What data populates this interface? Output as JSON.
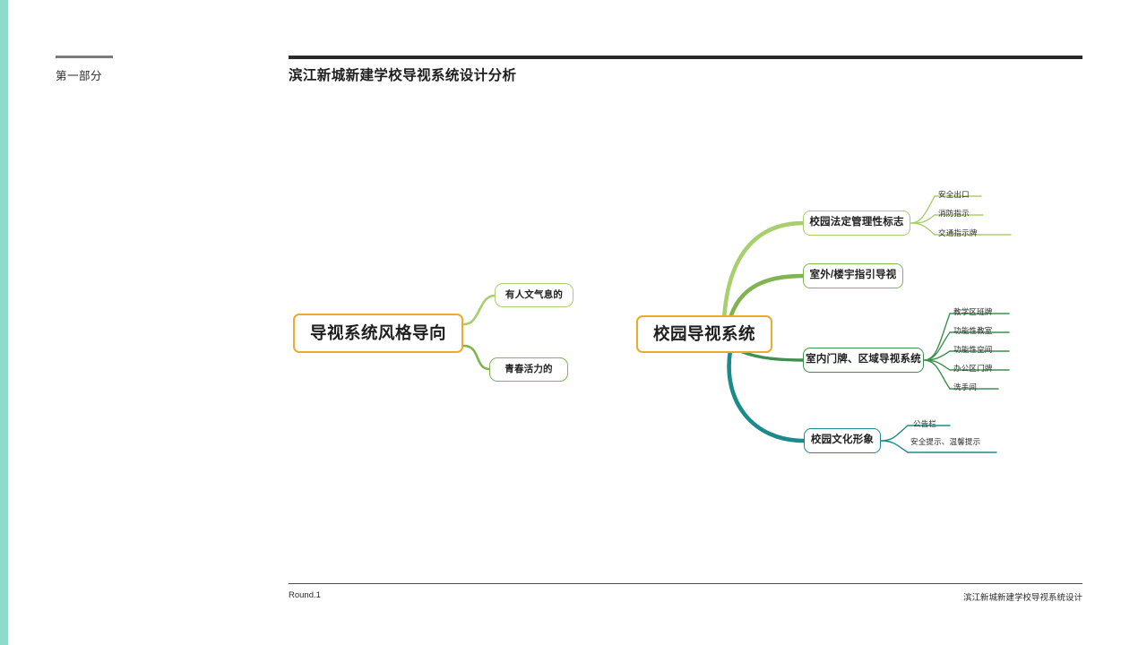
{
  "page": {
    "section_label": "第一部分",
    "title": "滨江新城新建学校导视系统设计分析",
    "footer_left": "Round.1",
    "footer_right": "滨江新城新建学校导视系统设计"
  },
  "colors": {
    "edge_strip": "#8edacb",
    "root_border": "#f0a92a",
    "title_rule": "#2b2b2b",
    "section_rule": "#7b7b7b",
    "branch_light_green": "#a8cf6e",
    "branch_mid_green": "#7fb450",
    "branch_dark_green": "#3f8f4f",
    "branch_teal": "#1b8a8a"
  },
  "mindmap": {
    "style_cluster": {
      "root": "导视系统风格导向",
      "children": [
        {
          "label": "有人文气息的",
          "color": "#a8cf6e"
        },
        {
          "label": "青春活力的",
          "color": "#7fb450"
        }
      ]
    },
    "system_cluster": {
      "root": "校园导视系统",
      "branches": [
        {
          "label": "校园法定管理性标志",
          "color": "#a8cf6e",
          "leaves": [
            "安全出口",
            "消防指示",
            "交通指示牌"
          ]
        },
        {
          "label": "室外/楼宇指引导视",
          "color": "#7fb450",
          "leaves": []
        },
        {
          "label": "室内门牌、区域导视系统",
          "color": "#3f8f4f",
          "leaves": [
            "教学区班牌",
            "功能性教室",
            "功能性空间",
            "办公区门牌",
            "洗手间"
          ]
        },
        {
          "label": "校园文化形象",
          "color": "#1b8a8a",
          "leaves": [
            "公告栏",
            "安全提示、温馨提示"
          ]
        }
      ]
    }
  }
}
